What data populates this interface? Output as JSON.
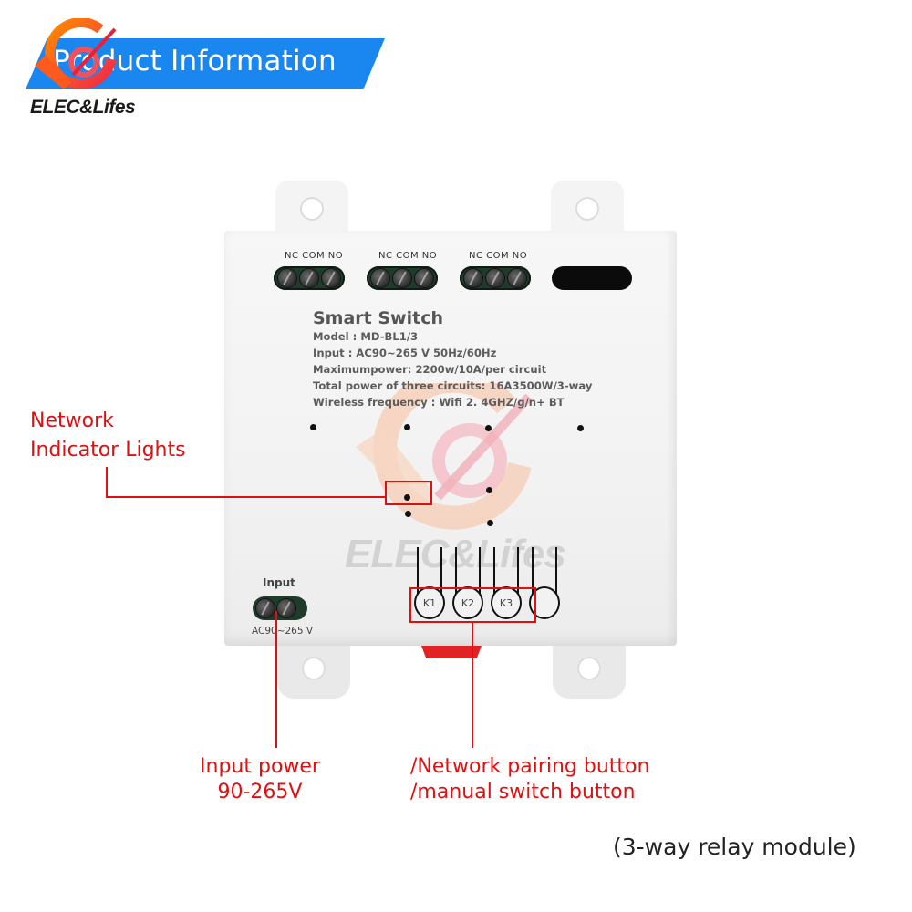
{
  "header": {
    "title": "Product Information",
    "brand": "ELEC&Lifes",
    "banner_color": "#1a86f0"
  },
  "device": {
    "relay_terminals": [
      {
        "labels": "NC  COM  NO"
      },
      {
        "labels": "NC  COM  NO"
      },
      {
        "labels": "NC  COM  NO"
      }
    ],
    "spec_title": "Smart Switch",
    "spec_lines": [
      "Model : MD-BL1/3",
      "Input :   AC90~265 V   50Hz/60Hz",
      "Maximumpower:  2200w/10A/per circuit",
      "Total power of three circuits:  16A3500W/3-way",
      "Wireless frequency :  Wifi 2. 4GHZ/g/n+ BT"
    ],
    "watermark": "ELEC&Lifes",
    "buttons": [
      "K1",
      "K2",
      "K3",
      ""
    ],
    "input_label": "Input",
    "input_voltage": "AC90~265 V"
  },
  "annotations": {
    "network_lights": [
      "Network",
      "Indicator Lights"
    ],
    "input_power": [
      "Input power",
      "90-265V"
    ],
    "buttons": [
      "/Network pairing button",
      "/manual switch button"
    ],
    "accent_color": "#e01010"
  },
  "caption": "(3-way relay module)"
}
